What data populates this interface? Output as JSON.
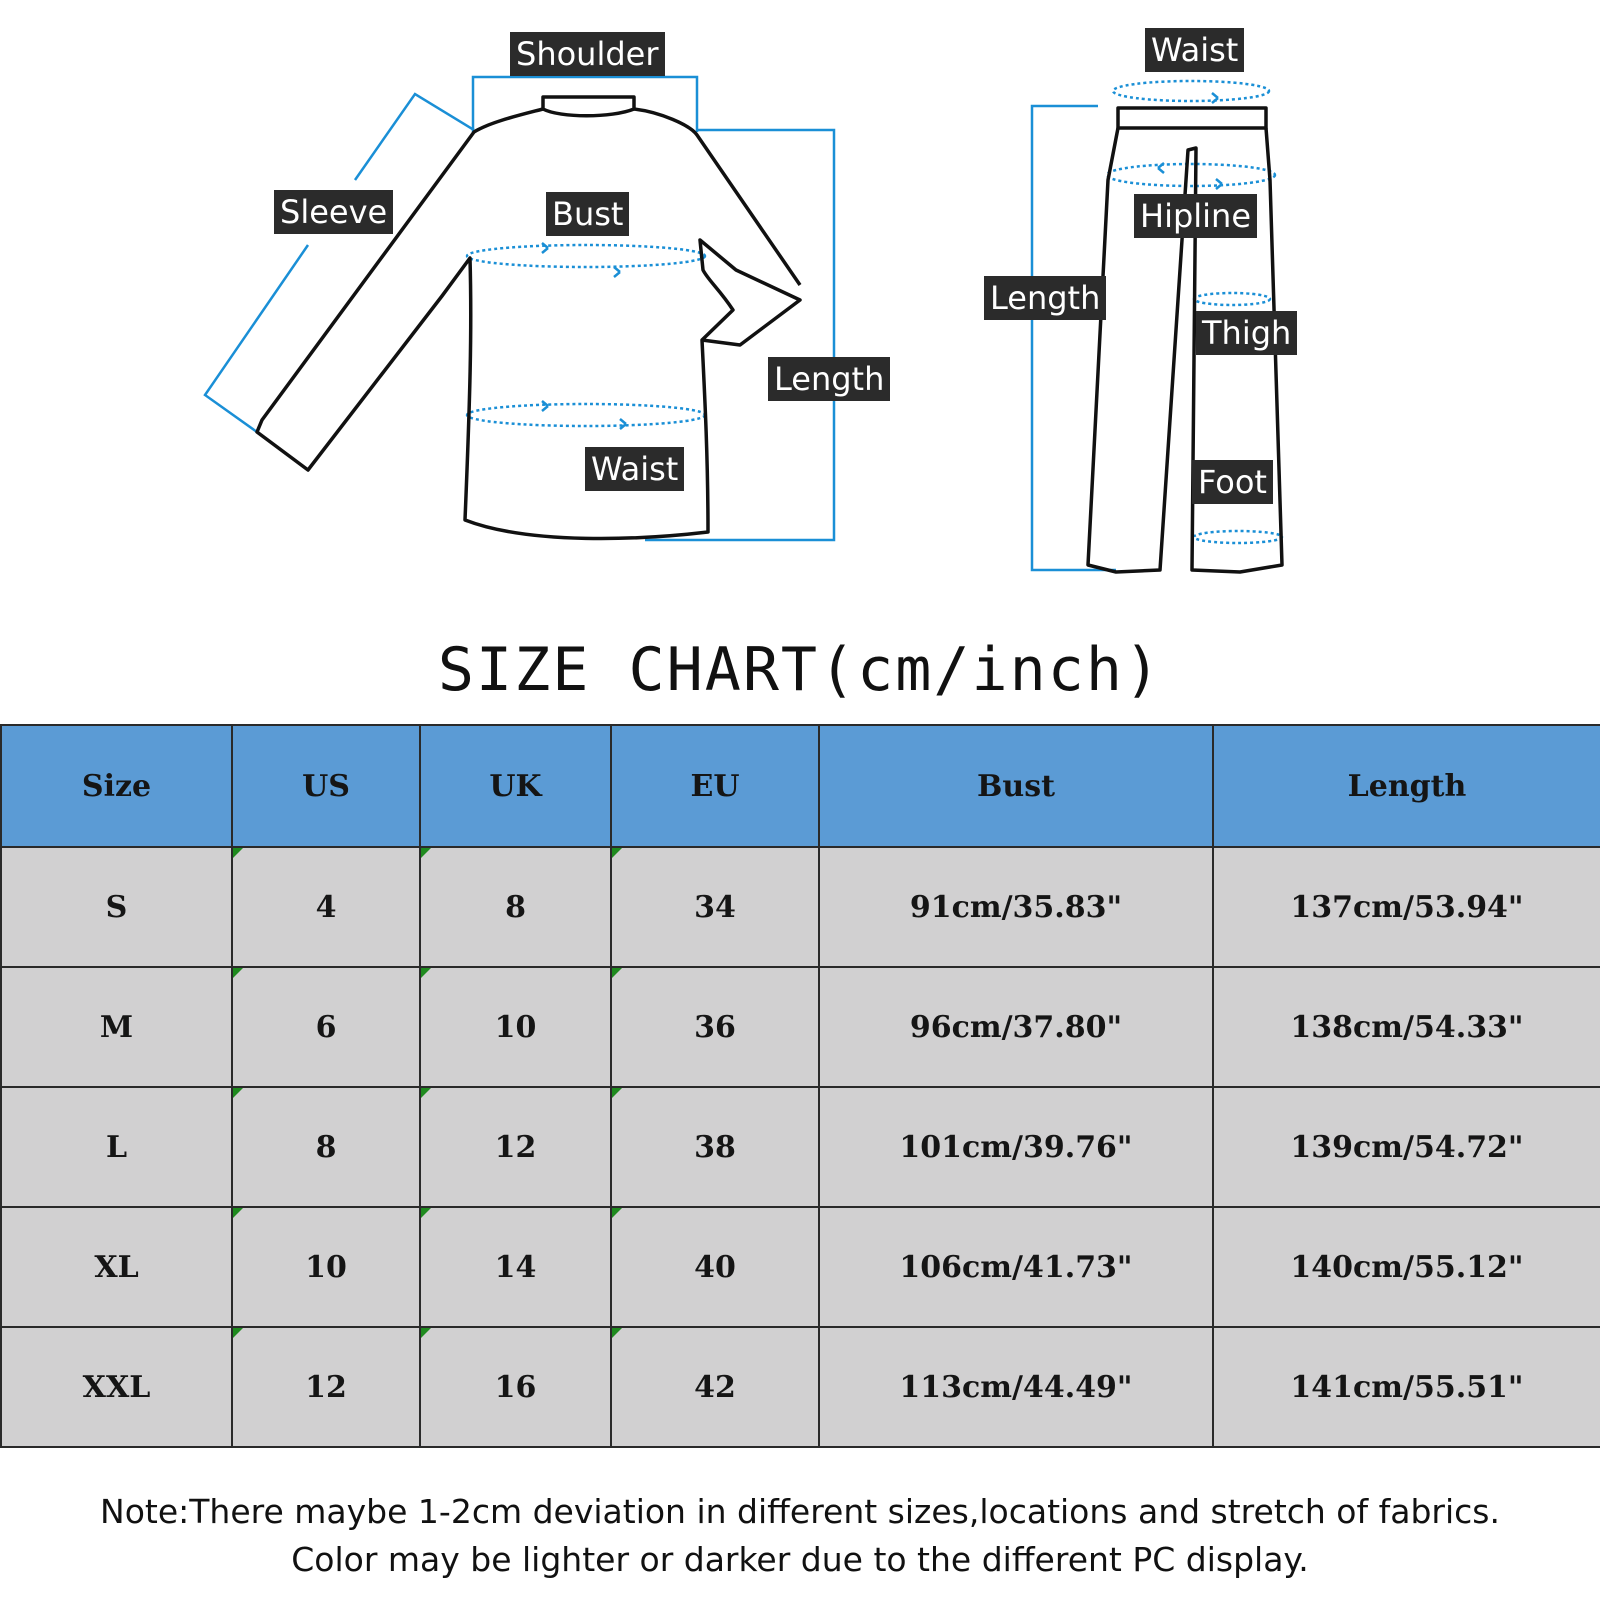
{
  "diagram": {
    "top_labels": {
      "shoulder": "Shoulder",
      "sleeve": "Sleeve",
      "bust": "Bust",
      "length": "Length",
      "waist": "Waist"
    },
    "pants_labels": {
      "waist": "Waist",
      "hipline": "Hipline",
      "length": "Length",
      "thigh": "Thigh",
      "foot": "Foot"
    },
    "colors": {
      "measure_line": "#1a8fd6",
      "label_bg": "#2b2b2b",
      "outline": "#111111"
    }
  },
  "title": "SIZE CHART(cm/inch)",
  "table": {
    "header_color": "#5b9bd5",
    "row_color": "#d1d0d1",
    "columns": [
      "Size",
      "US",
      "UK",
      "EU",
      "Bust",
      "Length"
    ],
    "rows": [
      [
        "S",
        "4",
        "8",
        "34",
        "91cm/35.83\"",
        "137cm/53.94\""
      ],
      [
        "M",
        "6",
        "10",
        "36",
        "96cm/37.80\"",
        "138cm/54.33\""
      ],
      [
        "L",
        "8",
        "12",
        "38",
        "101cm/39.76\"",
        "139cm/54.72\""
      ],
      [
        "XL",
        "10",
        "14",
        "40",
        "106cm/41.73\"",
        "140cm/55.12\""
      ],
      [
        "XXL",
        "12",
        "16",
        "42",
        "113cm/44.49\"",
        "141cm/55.51\""
      ]
    ]
  },
  "note": {
    "line1": "Note:There maybe 1-2cm deviation in different sizes,locations and stretch of fabrics.",
    "line2": "Color may be lighter or darker due to the different PC display."
  }
}
